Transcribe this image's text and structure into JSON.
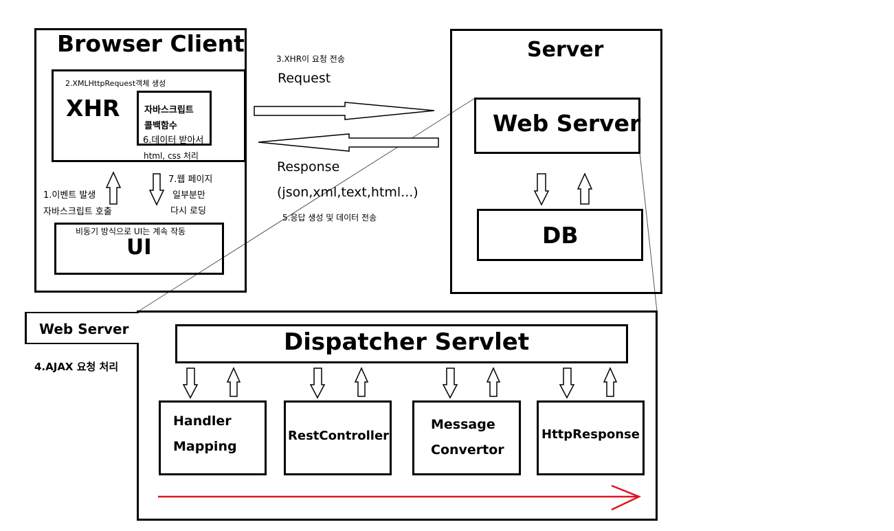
{
  "browser_client": {
    "title": "Browser Client",
    "xhr": {
      "step_label": "2.XMLHttpRequest객체 생성",
      "title": "XHR",
      "callback_line1": "자바스크립트",
      "callback_line2": "콜백함수",
      "data_receive": "6.데이터 받아서",
      "data_process": "html, css 처리"
    },
    "event_line1": "1.이벤트 발생",
    "event_line2": "자바스크립트 호출",
    "partial_line1": "7.웹 페이지",
    "partial_line2": "일부분만",
    "partial_line3": "다시 로딩",
    "ui": {
      "async_note": "비동기 방식으로 UI는 계속 작동",
      "title": "UI"
    }
  },
  "request": {
    "step_label": "3.XHR이 요청 전송",
    "label": "Request"
  },
  "response": {
    "label": "Response",
    "formats": "(json,xml,text,html...)",
    "step_label": "5.응답 생성 및 데이터 전송"
  },
  "server": {
    "title": "Server",
    "web_server": "Web Server",
    "db": "DB"
  },
  "detail": {
    "tag": "Web Server",
    "step_label": "4.AJAX 요청 처리",
    "dispatcher": "Dispatcher Servlet",
    "components": {
      "handler_line1": "Handler",
      "handler_line2": "Mapping",
      "rest": "RestController",
      "message_line1": "Message",
      "message_line2": "Convertor",
      "http": "HttpResponse"
    },
    "flow_arrow_color": "#e0141e"
  }
}
